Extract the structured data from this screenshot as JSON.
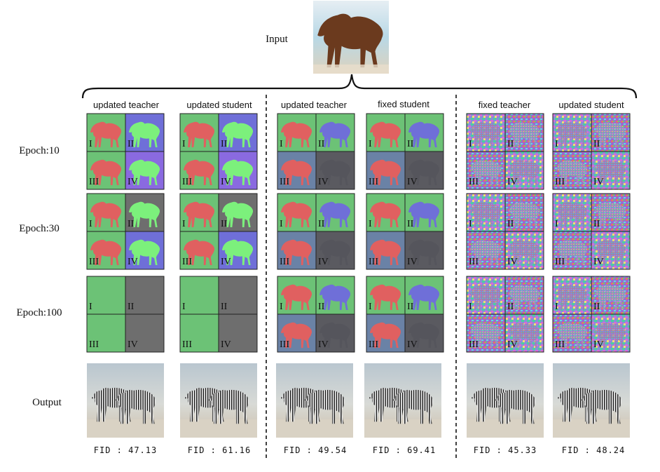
{
  "input_label": "Input",
  "column_headers": [
    "updated teacher",
    "updated student",
    "updated teacher",
    "fixed student",
    "fixed teacher",
    "updated student"
  ],
  "row_labels": [
    "Epoch:10",
    "Epoch:30",
    "Epoch:100",
    "Output"
  ],
  "quadrant_labels": [
    "I",
    "II",
    "III",
    "IV"
  ],
  "fid_labels": [
    "FID : 47.13",
    "FID : 61.16",
    "FID : 49.54",
    "FID : 69.41",
    "FID : 45.33",
    "FID : 48.24"
  ],
  "colors": {
    "green": "#6cc276",
    "blue": "#6f6fd8",
    "gray": "#6e6e6e",
    "steel": "#6a82a6",
    "red": "#e06060",
    "lime": "#7cf07c"
  },
  "icons": [
    "horse-photo",
    "zebra-photo",
    "attention-map",
    "curly-brace",
    "dashed-divider"
  ]
}
